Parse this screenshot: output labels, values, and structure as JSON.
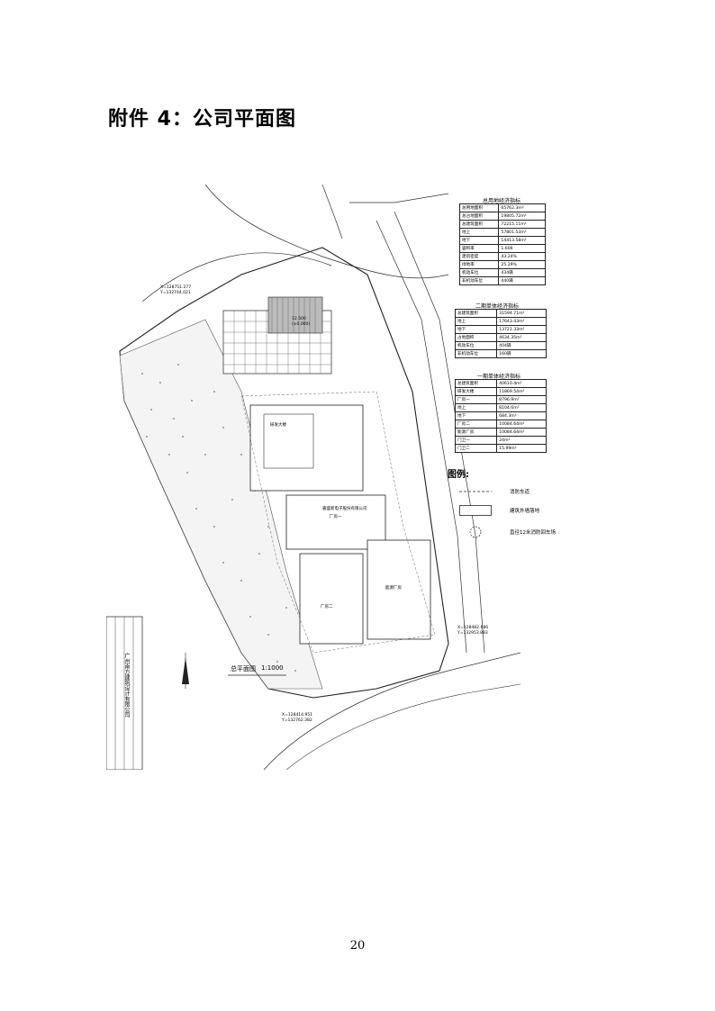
{
  "heading": "附件 4：公司平面图",
  "page_number": "20",
  "tables": {
    "overall": {
      "title": "总用地经济指标",
      "rows": [
        [
          "总用地面积",
          "65762.3m²"
        ],
        [
          "总占地面积",
          "19805.72m²"
        ],
        [
          "总建筑面积",
          "72215.11m²"
        ],
        [
          "地上",
          "57801.53m²"
        ],
        [
          "地下",
          "14413.58m²"
        ],
        [
          "容积率",
          "1.606"
        ],
        [
          "建筑密度",
          "43.24%"
        ],
        [
          "绿地率",
          "25.29%"
        ],
        [
          "机动车位",
          "434辆"
        ],
        [
          "非机动车位",
          "440辆"
        ]
      ]
    },
    "phase2": {
      "title": "二期单体经济指标",
      "rows": [
        [
          "总建筑面积",
          "31594.71m²"
        ],
        [
          "地上",
          "17643.43m²"
        ],
        [
          "地下",
          "13721.33m²"
        ],
        [
          "占地面积",
          "4634.35m²"
        ],
        [
          "机动车位",
          "404辆"
        ],
        [
          "非机动车位",
          "160辆"
        ]
      ]
    },
    "phase1": {
      "title": "一期单体经济指标",
      "rows": [
        [
          "总建筑面积",
          "40610.4m²"
        ],
        [
          "研发大楼",
          "11869.54m²"
        ],
        [
          "厂房一",
          "8796.9m²"
        ],
        [
          "地上",
          "8104.6m²"
        ],
        [
          "地下",
          "684.3m²"
        ],
        [
          "厂房二",
          "10084.64m²"
        ],
        [
          "能源厂房",
          "10084.64m²"
        ],
        [
          "门卫一",
          "24m²"
        ],
        [
          "门卫二",
          "15.99m²"
        ]
      ]
    }
  },
  "legend": {
    "title": "图例:",
    "items": [
      {
        "label": "消防车道"
      },
      {
        "label": "建筑外墙落地"
      },
      {
        "label": "直径12米消防回车场"
      }
    ]
  },
  "plan_labels": {
    "scale_title": "总平面图",
    "scale_ratio": "1:1000",
    "building_rd": "研发大楼",
    "plant_1": "厂房一",
    "plant_2": "厂房二",
    "energy": "能源厂房",
    "company": "嘉盛新电子股份有限公司",
    "design_institute": "广州南方建筑设计有限公司",
    "coord_1": "X=128751.277",
    "coord_2": "Y=132744.021",
    "coord_3": "X=128482.686",
    "coord_4": "Y=132953.893",
    "coord_5": "X=128414.951",
    "coord_6": "Y=132762.382",
    "elevation": "12.500",
    "elevation_2": "(±0.000)"
  }
}
